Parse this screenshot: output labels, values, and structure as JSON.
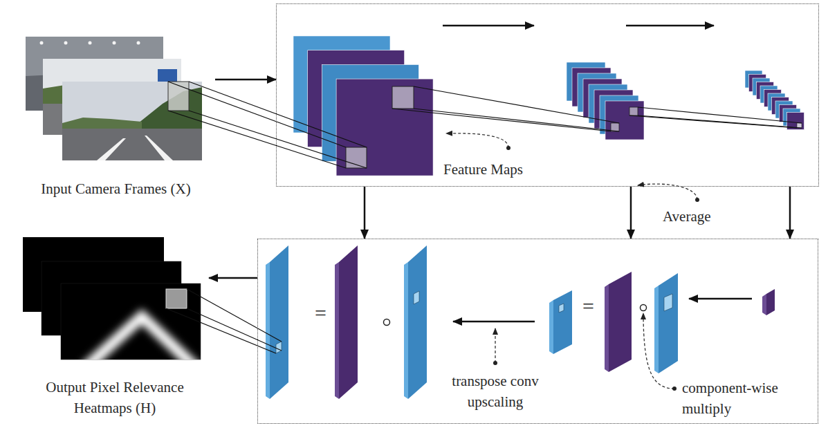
{
  "diagram": {
    "nodes": [
      {
        "text": [
          "Input Camera Frames (X)"
        ]
      },
      {
        "text": [
          "Feature Maps"
        ]
      },
      {
        "text": [
          "Output Pixel Relevance Heatmaps (H)"
        ]
      },
      {
        "text": [
          "transpose conv upscaling",
          "component-wise multiply"
        ]
      }
    ],
    "edges": [
      {
        "from": 0,
        "to": 1,
        "arrow": "to"
      },
      {
        "from": 1,
        "to": 3,
        "arrow": "to"
      },
      {
        "from": 1,
        "to": 3,
        "arrow": "to"
      },
      {
        "from": 1,
        "to": 3,
        "arrow": "to"
      },
      {
        "from": 3,
        "to": 2,
        "arrow": "to"
      }
    ],
    "labels": [
      "Average",
      "=",
      "="
    ]
  }
}
